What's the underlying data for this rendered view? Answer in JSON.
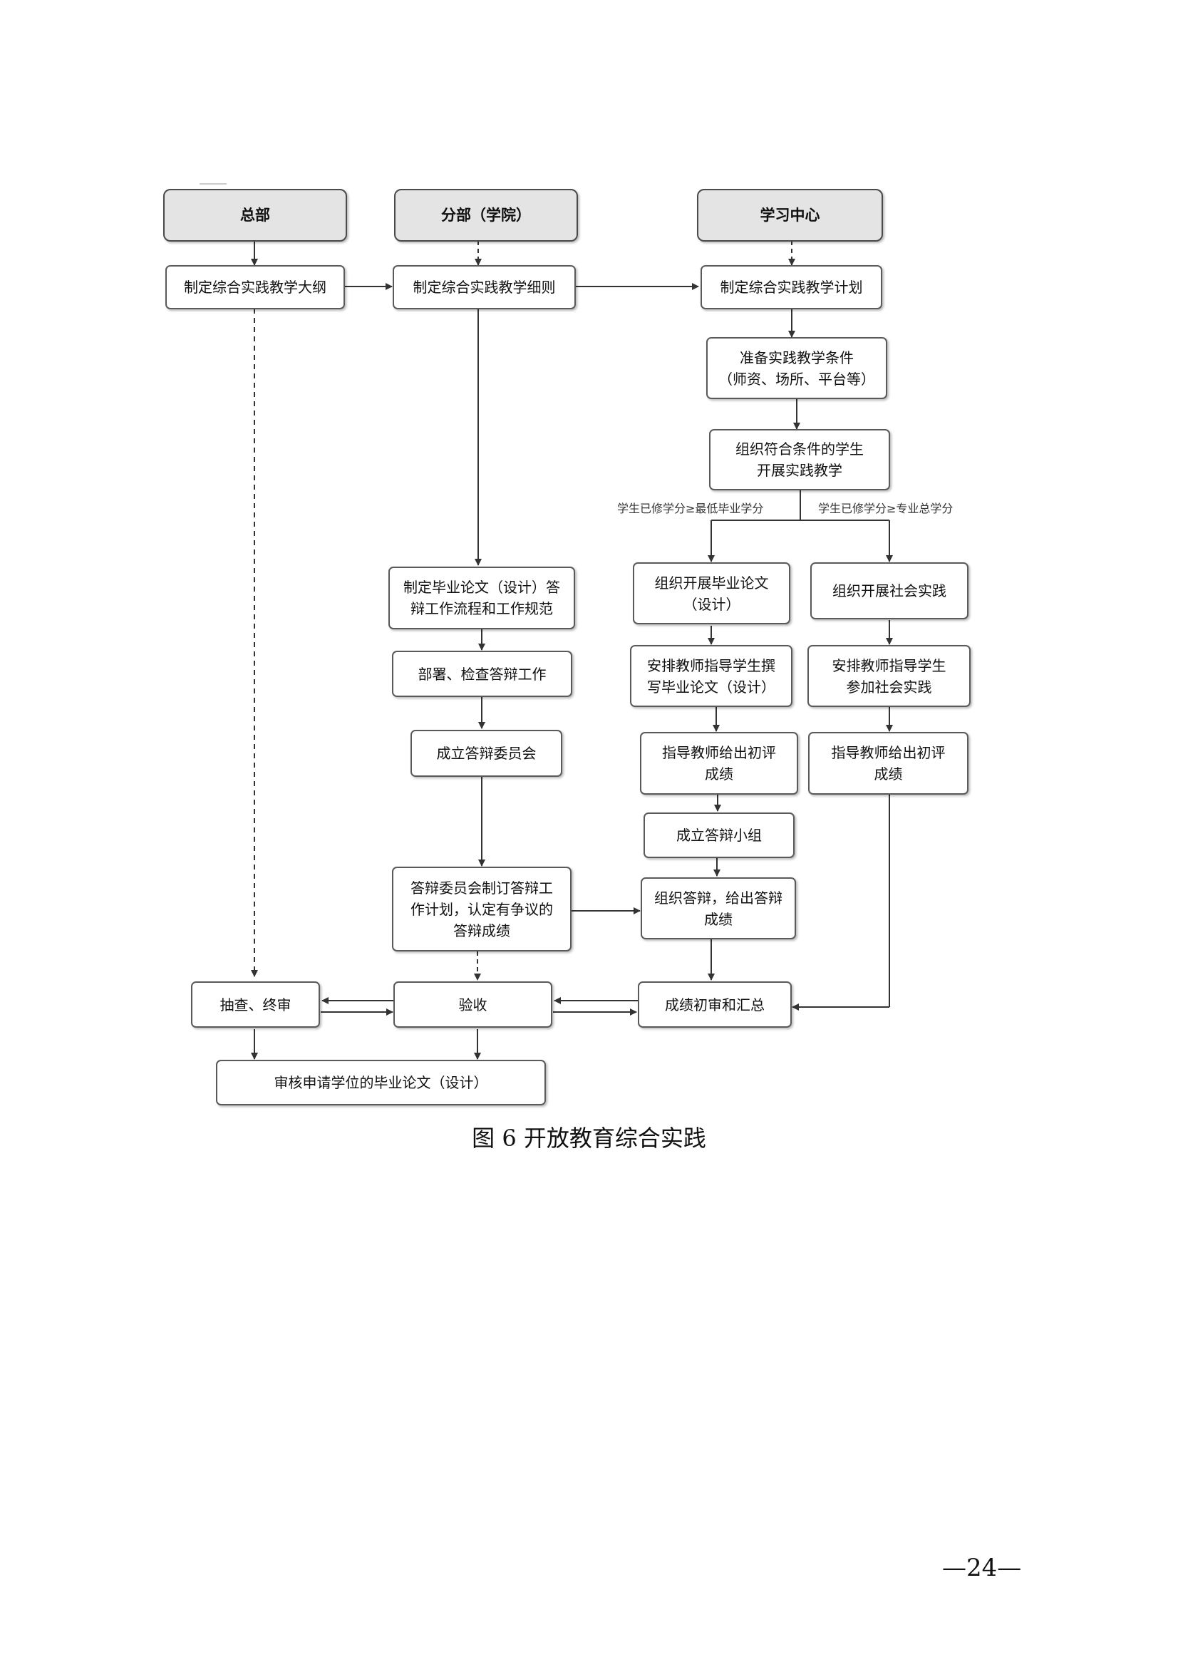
{
  "headers": {
    "hq": "总部",
    "branch": "分部（学院）",
    "center": "学习中心"
  },
  "nodes": {
    "hq_outline": "制定综合实践教学大纲",
    "branch_rules": "制定综合实践教学细则",
    "center_plan": "制定综合实践教学计划",
    "prepare_conditions": "准备实践教学条件\n（师资、场所、平台等）",
    "organize_students": "组织符合条件的学生\n开展实践教学",
    "thesis_org": "组织开展毕业论文\n（设计）",
    "social_org": "组织开展社会实践",
    "defense_process": "制定毕业论文（设计）答\n辩工作流程和工作规范",
    "deploy_check": "部署、检查答辩工作",
    "committee": "成立答辩委员会",
    "thesis_guide": "安排教师指导学生撰\n写毕业论文（设计）",
    "social_guide": "安排教师指导学生\n参加社会实践",
    "thesis_initial": "指导教师给出初评\n成绩",
    "social_initial": "指导教师给出初评\n成绩",
    "defense_group": "成立答辩小组",
    "committee_plan": "答辩委员会制订答辩工\n作计划，认定有争议的\n答辩成绩",
    "organize_defense": "组织答辩，给出答辩\n成绩",
    "spot_check": "抽查、终审",
    "acceptance": "验收",
    "grade_summary": "成绩初审和汇总",
    "degree_review": "审核申请学位的毕业论文（设计）"
  },
  "conditions": {
    "left": "学生已修学分≥最低毕业学分",
    "right": "学生已修学分≥专业总学分"
  },
  "caption": "图 6 开放教育综合实践",
  "page_number": "—24—"
}
